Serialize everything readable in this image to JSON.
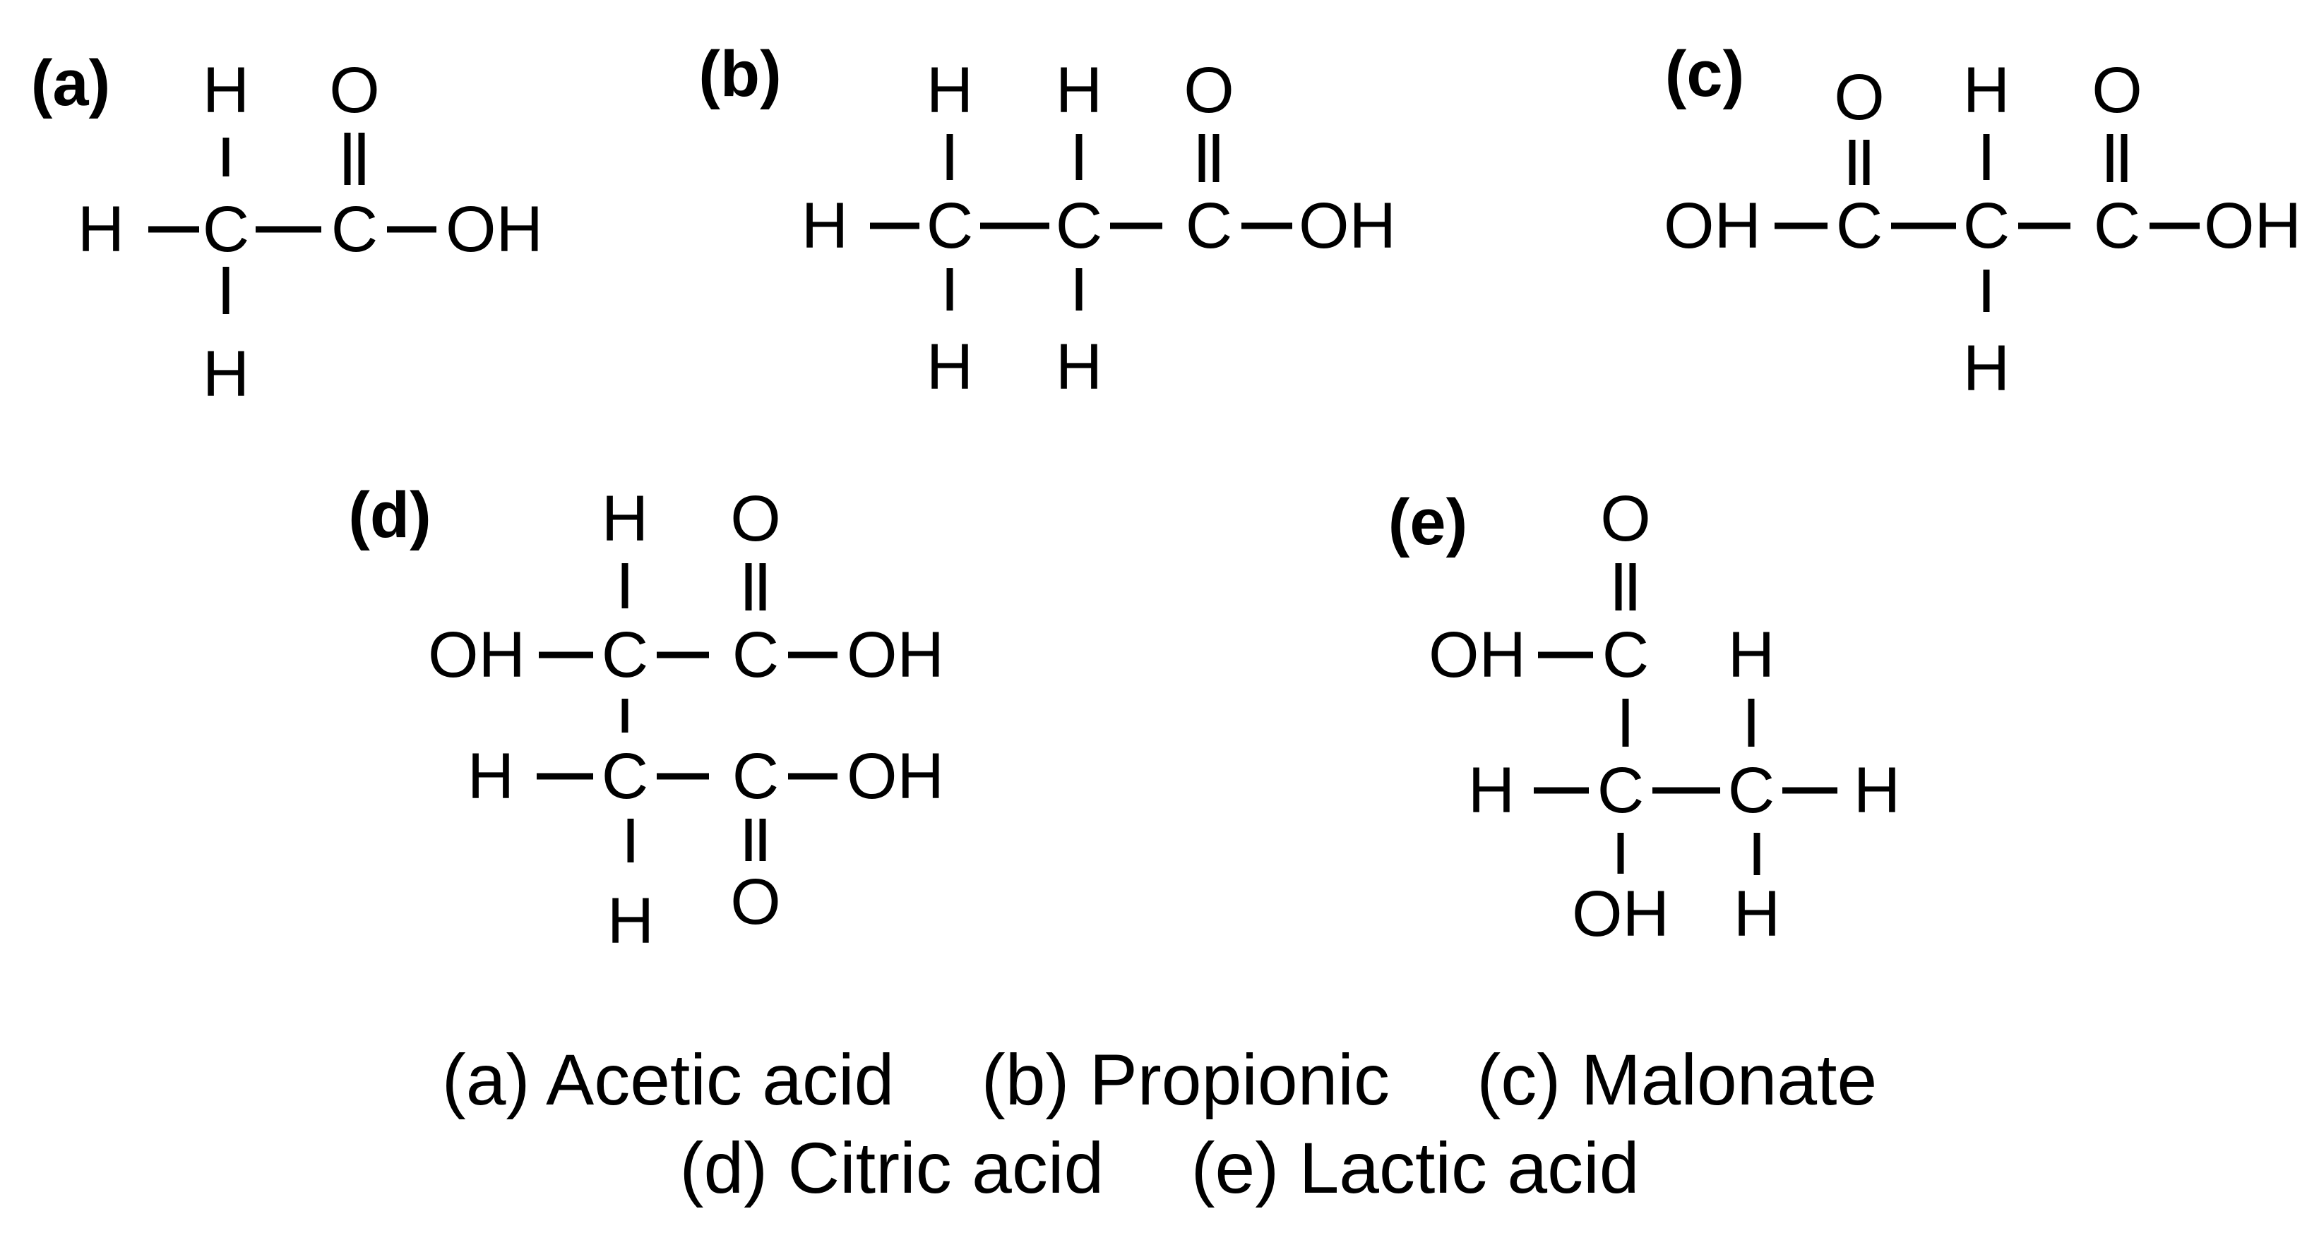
{
  "molecules": [
    {
      "id": "a",
      "label": "(a)",
      "atoms": [
        "H",
        "O",
        "H",
        "C",
        "C",
        "OH",
        "H"
      ]
    },
    {
      "id": "b",
      "label": "(b)",
      "atoms": [
        "H",
        "H",
        "O",
        "H",
        "C",
        "C",
        "C",
        "OH",
        "H",
        "H"
      ]
    },
    {
      "id": "c",
      "label": "(c)",
      "atoms": [
        "O",
        "H",
        "O",
        "OH",
        "C",
        "C",
        "C",
        "OH",
        "H"
      ]
    },
    {
      "id": "d",
      "label": "(d)",
      "atoms": [
        "H",
        "O",
        "OH",
        "C",
        "C",
        "OH",
        "H",
        "C",
        "C",
        "OH",
        "H",
        "O"
      ]
    },
    {
      "id": "e",
      "label": "(e)",
      "atoms": [
        "O",
        "OH",
        "C",
        "H",
        "H",
        "C",
        "C",
        "H",
        "OH",
        "H"
      ]
    }
  ],
  "caption": {
    "line1": [
      "(a) Acetic acid",
      "(b) Propionic",
      "(c) Malonate"
    ],
    "line2": [
      "(d) Citric acid",
      "(e) Lactic acid"
    ]
  }
}
